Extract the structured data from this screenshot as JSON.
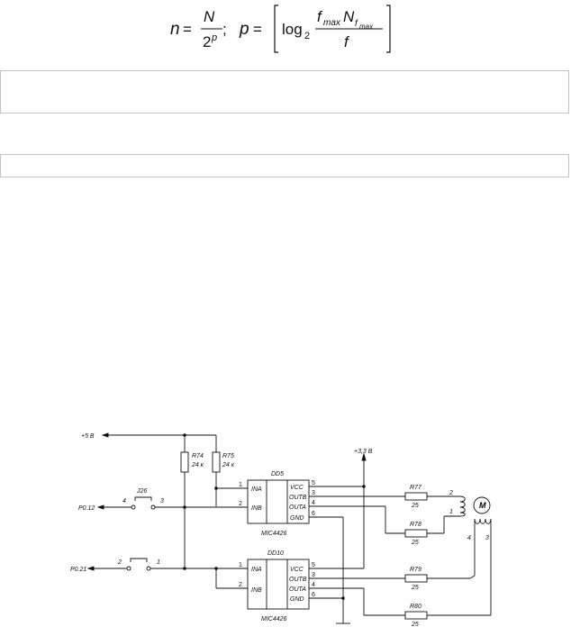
{
  "formula": {
    "n_lhs": "n",
    "n_num": "N",
    "n_den_base": "2",
    "n_den_exp": "p",
    "sep": ";",
    "p_lhs": "p",
    "log": "log",
    "log_base": "2",
    "frac_num_f": "f",
    "frac_num_fsub": "max",
    "frac_num_N": "N",
    "frac_num_Nsub_f": "f",
    "frac_num_Nsub_max": "max",
    "frac_den": "f"
  },
  "schematic": {
    "supply_5v": "+5 В",
    "supply_33v": "+3,3 В",
    "r74": "R74",
    "r74_val": "24 к",
    "r75": "R75",
    "r75_val": "24 к",
    "j26": "J26",
    "j26_pin_left": "4",
    "j26_pin_right": "3",
    "j_lower_pin_left": "2",
    "j_lower_pin_right": "1",
    "p012": "P0.12",
    "p021": "P0.21",
    "dd5": "DD5",
    "dd10": "DD10",
    "chip_part_1": "MIC4426",
    "chip_part_2": "MIC4426",
    "pin_ina": "INA",
    "pin_inb": "INB",
    "pin_vcc": "VCC",
    "pin_outb": "OUTB",
    "pin_outa": "OUTA",
    "pin_gnd": "GND",
    "pin_num_1": "1",
    "pin_num_2": "2",
    "pin_num_3": "3",
    "pin_num_4": "4",
    "pin_num_5": "5",
    "pin_num_6": "6",
    "r77": "R77",
    "r78": "R78",
    "r79": "R79",
    "r80": "R80",
    "r_val_25": "25",
    "motor": "M",
    "coil_top_2": "2",
    "coil_top_1": "1",
    "motor_4": "4",
    "motor_3": "3"
  }
}
